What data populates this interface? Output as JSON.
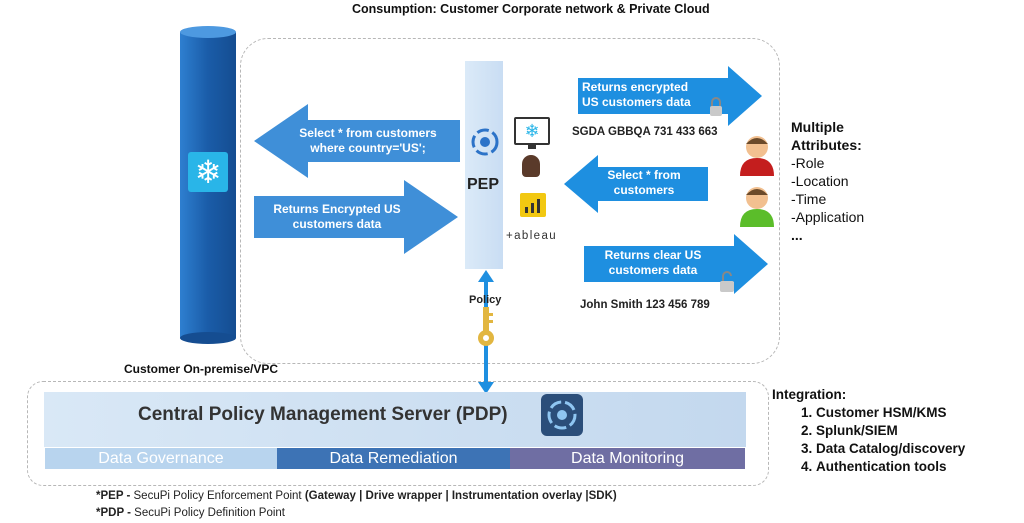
{
  "header": {
    "title": "Consumption: Customer Corporate network & Private Cloud"
  },
  "arrows": {
    "query_to_db": "Select * from customers where country='US';",
    "encrypted_from_db": "Returns Encrypted US customers data",
    "returns_encrypted_out": "Returns encrypted US customers data",
    "select_in": "Select * from customers",
    "returns_clear_out": "Returns clear US customers data"
  },
  "pep": {
    "label": "PEP"
  },
  "policy": {
    "label": "Policy"
  },
  "tools": {
    "tableau": "+ableau"
  },
  "records": {
    "encrypted": "SGDA GBBQA  731 433 663",
    "clear": "John Smith  123 456 789"
  },
  "attributes": {
    "title_line1": "Multiple",
    "title_line2": "Attributes:",
    "items": [
      "-Role",
      "-Location",
      "-Time",
      "-Application",
      "..."
    ]
  },
  "onprem": {
    "label": "Customer On-premise/VPC"
  },
  "pdp": {
    "title": "Central Policy Management Server (PDP)",
    "tabs": [
      "Data Governance",
      "Data Remediation",
      "Data Monitoring"
    ]
  },
  "integration": {
    "title": "Integration:",
    "items": [
      "Customer HSM/KMS",
      "Splunk/SIEM",
      "Data Catalog/discovery",
      "Authentication tools"
    ]
  },
  "footnotes": {
    "pep_abbr": "*PEP -",
    "pep_def": " SecuPi Policy Enforcement Point ",
    "pep_list": "(Gateway | Drive wrapper | Instrumentation overlay |SDK)",
    "pdp_abbr": "*PDP -",
    "pdp_def": " SecuPi Policy Definition Point"
  },
  "colors": {
    "arrow_blue": "#1e8fe0",
    "arrow_left": "#3f8fd8",
    "cylinder": "#1a5ca8",
    "snowflake": "#29b5e8",
    "tab_governance": "#b8d4ee",
    "tab_remediation": "#3d73b5",
    "tab_monitoring": "#6f6ea3",
    "policy_line": "#1e8fe0"
  },
  "icons": [
    "snowflake-icon",
    "pep-shield-icon",
    "monitor-snowflake-icon",
    "tool-icon",
    "powerbi-icon",
    "lock-icon",
    "unlock-icon",
    "person-icon",
    "key-icon",
    "pdp-shield-icon"
  ]
}
